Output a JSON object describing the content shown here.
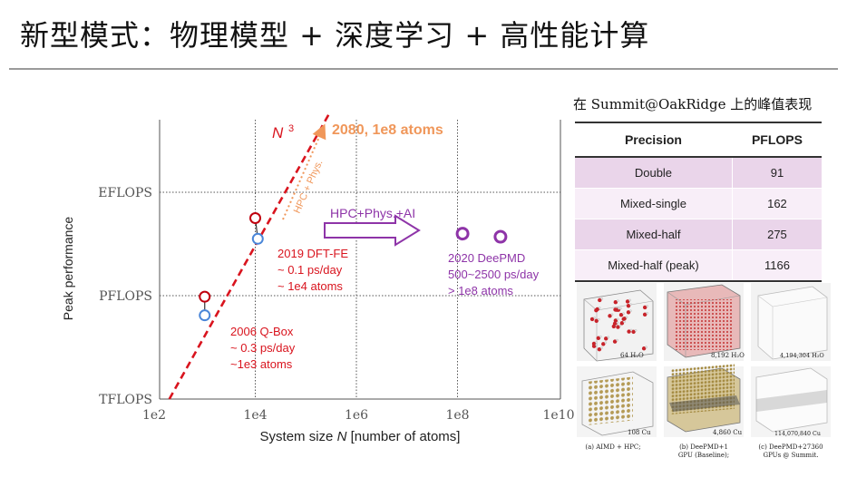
{
  "slide": {
    "title": "新型模式：物理模型 + 深度学习 + 高性能计算"
  },
  "chart_data": {
    "type": "scatter",
    "xlabel_prefix": "System size ",
    "xlabel_var": "N",
    "xlabel_suffix": " [number of atoms]",
    "ylabel": "Peak performance",
    "x_scale": "log10",
    "x_ticks": [
      {
        "value": 2,
        "label": "1e2"
      },
      {
        "value": 4,
        "label": "1e4"
      },
      {
        "value": 6,
        "label": "1e6"
      },
      {
        "value": 8,
        "label": "1e8"
      },
      {
        "value": 10,
        "label": "1e10"
      }
    ],
    "y_ticks": [
      {
        "value": 0,
        "label": "TFLOPS"
      },
      {
        "value": 1,
        "label": "PFLOPS"
      },
      {
        "value": 2,
        "label": "EFLOPS"
      }
    ],
    "xlim": [
      2,
      10
    ],
    "ylim": [
      0,
      2.75
    ],
    "n3_label": "N",
    "n3_exp": "3",
    "n3_line": [
      [
        2.3,
        0
      ],
      [
        5.45,
        2.75
      ]
    ],
    "points": [
      {
        "x": 3.0,
        "y": 0.99,
        "color": "#c0000e",
        "style": "open"
      },
      {
        "x": 3.0,
        "y": 0.81,
        "color": "#4a86d8",
        "style": "open"
      },
      {
        "x": 4.0,
        "y": 1.75,
        "color": "#c0000e",
        "style": "open"
      },
      {
        "x": 4.05,
        "y": 1.55,
        "color": "#4a86d8",
        "style": "open"
      },
      {
        "x": 8.1,
        "y": 1.6,
        "color": "#8e34a8",
        "style": "open-bold"
      },
      {
        "x": 8.85,
        "y": 1.57,
        "color": "#8e34a8",
        "style": "open-bold"
      }
    ],
    "annotations": {
      "dftfe": [
        "2019 DFT-FE",
        "~ 0.1 ps/day",
        "~ 1e4 atoms"
      ],
      "qbox": [
        "2006 Q-Box",
        "~ 0.3 ps/day",
        "~1e3 atoms"
      ],
      "deepmd": [
        "2020 DeePMD",
        "500~2500 ps/day",
        "> 1e8 atoms"
      ],
      "arrow_label": "HPC+Phys.+AI",
      "diag_label": "HPC + Phys.",
      "future": "2080, 1e8 atoms"
    },
    "colors": {
      "red": "#d9141e",
      "dark_red": "#c0000e",
      "blue": "#4a86d8",
      "purple": "#8e34a8",
      "orange": "#f0975a",
      "grid": "#555555"
    }
  },
  "table": {
    "caption_zh1": "在 ",
    "caption_en": "Summit@OakRidge",
    "caption_zh2": " 上的峰值表现",
    "headers": [
      "Precision",
      "PFLOPS"
    ],
    "rows": [
      [
        "Double",
        "91"
      ],
      [
        "Mixed-single",
        "162"
      ],
      [
        "Mixed-half",
        "275"
      ],
      [
        "Mixed-half (peak)",
        "1166"
      ]
    ]
  },
  "thumbs": {
    "labels_top": [
      "64 H₂O",
      "8,192 H₂O",
      "4,194,304 H₂O"
    ],
    "labels_bottom": [
      "108 Cu",
      "4,860 Cu",
      "114,070,840 Cu"
    ],
    "captions": [
      [
        "(a) AIMD + HPC;"
      ],
      [
        "(b) DeePMD+1",
        "GPU (Baseline);"
      ],
      [
        "(c) DeePMD+27360",
        "GPUs @ Summit."
      ]
    ]
  }
}
